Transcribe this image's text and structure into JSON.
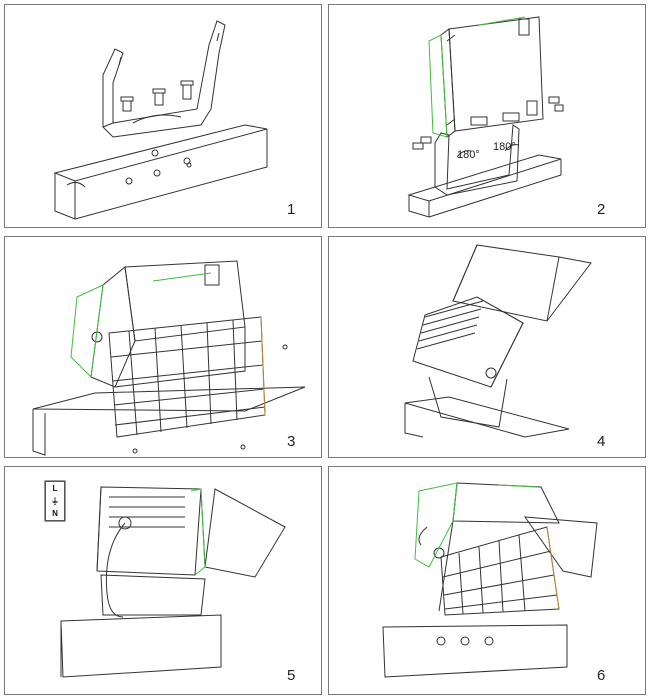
{
  "steps": [
    {
      "number": "1"
    },
    {
      "number": "2",
      "angle_left": "180°",
      "angle_right": "180°"
    },
    {
      "number": "3"
    },
    {
      "number": "4"
    },
    {
      "number": "5",
      "terminal": {
        "l": "L",
        "ground": "⏚",
        "n": "N"
      }
    },
    {
      "number": "6"
    }
  ],
  "colors": {
    "outline": "#333333",
    "accent_green": "#3fbf3f",
    "accent_orange": "#c08a3a",
    "frame": "#7a7a7a"
  }
}
